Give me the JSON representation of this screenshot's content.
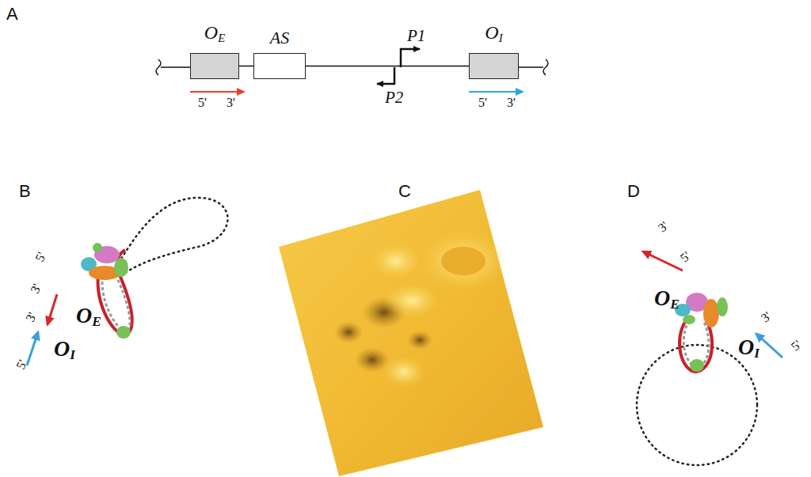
{
  "diagram": {
    "nodes": [
      {
        "text": [
          "OE"
        ]
      },
      {
        "text": [
          "AS"
        ]
      },
      {
        "text": [
          "OI"
        ]
      }
    ],
    "edges": [
      {
        "from": 0,
        "to": 1,
        "arrow": "none"
      },
      {
        "from": 1,
        "to": 2,
        "arrow": "none"
      }
    ],
    "labels": [
      "A",
      "P1",
      "P2",
      "5'",
      "3'",
      "5'",
      "3'",
      "B",
      "C",
      "D",
      "5'",
      "3'",
      "3'",
      "5'",
      "OE",
      "OI",
      "3'",
      "5'",
      "OE",
      "3'",
      "5'",
      "OI"
    ]
  }
}
